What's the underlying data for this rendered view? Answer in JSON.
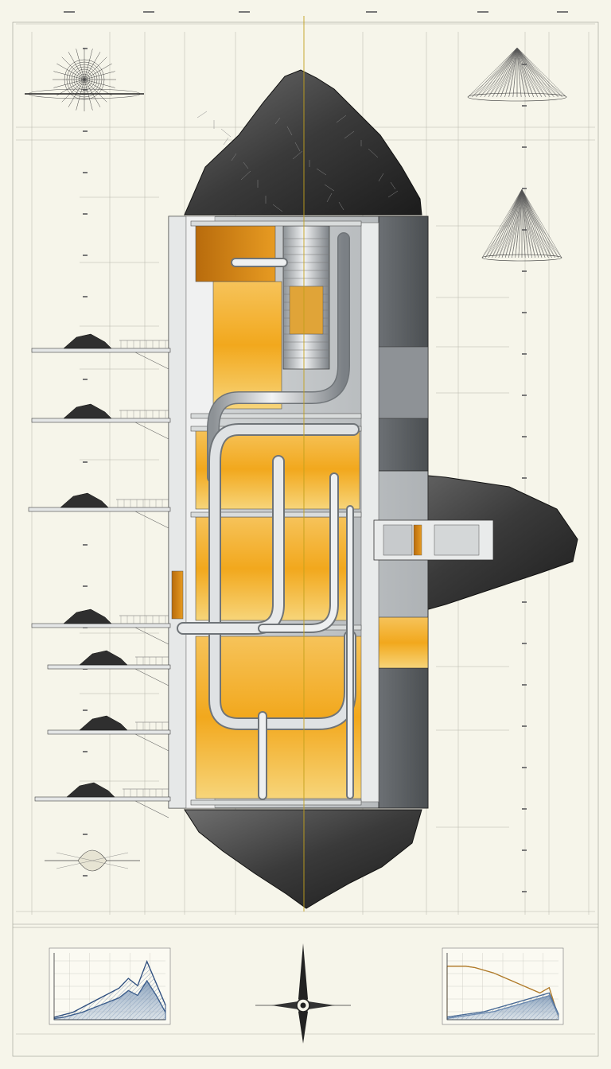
{
  "sheet": {
    "paper_color": "#f6f5ea",
    "line_color": "#9a9a90",
    "accent_color": "#f2a81d",
    "rock_color": "#2b2b2b",
    "steel_color": "#c9cccf"
  },
  "header_captions": {
    "top_left": "",
    "top_right": "",
    "bottom_left": "",
    "bottom_right": ""
  },
  "icons": {
    "compass": "compass-rose-icon",
    "cone_detail_top": "cone-detail-icon",
    "cone_detail_mid": "cone-detail-icon",
    "sphere_detail": "sphere-detail-icon",
    "lens_detail": "lens-detail-icon"
  },
  "chart_data": [
    {
      "type": "area",
      "title": "",
      "xlabel": "",
      "ylabel": "",
      "grid": true,
      "x": [
        0,
        1,
        2,
        3,
        4,
        5,
        6,
        7,
        8,
        9,
        10,
        11,
        12
      ],
      "series": [
        {
          "values": [
            2,
            4,
            6,
            10,
            14,
            18,
            22,
            26,
            34,
            28,
            48,
            30,
            12
          ]
        },
        {
          "values": [
            1,
            2,
            4,
            6,
            9,
            12,
            15,
            18,
            24,
            20,
            32,
            20,
            6
          ]
        }
      ],
      "ylim": [
        0,
        55
      ]
    },
    {
      "type": "area",
      "title": "",
      "xlabel": "",
      "ylabel": "",
      "grid": true,
      "x": [
        0,
        1,
        2,
        3,
        4,
        5,
        6,
        7,
        8,
        9,
        10,
        11,
        12
      ],
      "series": [
        {
          "values": [
            40,
            40,
            40,
            39,
            37,
            35,
            32,
            29,
            26,
            23,
            20,
            24,
            2
          ]
        },
        {
          "values": [
            2,
            3,
            4,
            5,
            6,
            8,
            10,
            12,
            14,
            16,
            18,
            20,
            4
          ]
        },
        {
          "values": [
            1,
            2,
            3,
            4,
            5,
            6,
            8,
            10,
            12,
            14,
            16,
            18,
            3
          ]
        }
      ],
      "ylim": [
        0,
        50
      ]
    }
  ]
}
